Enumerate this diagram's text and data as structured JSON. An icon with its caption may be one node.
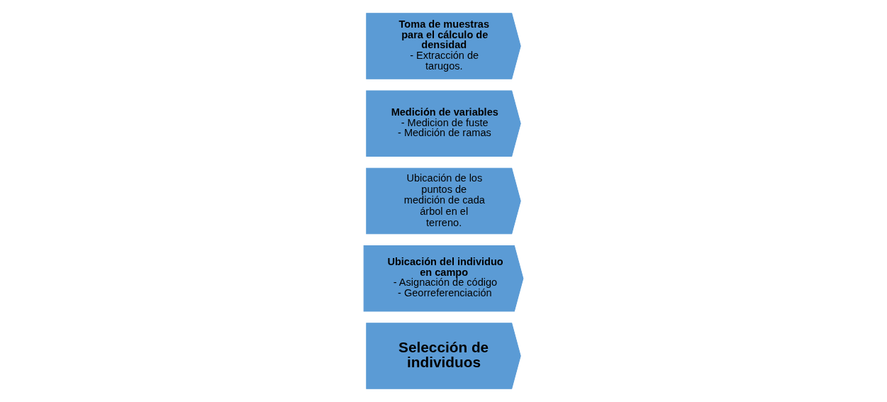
{
  "diagram": {
    "nodes": [
      {
        "text": [
          "Selección de individuos"
        ]
      },
      {
        "text": [
          "Ubicación del individuo en campo",
          "- Asignación de código",
          "- Georreferenciación"
        ]
      },
      {
        "text": [
          "Ubicación de los puntos de medición de cada árbol en el terreno."
        ]
      },
      {
        "text": [
          "Medición de variables",
          "- Medicion de fuste",
          "- Medición de ramas"
        ]
      },
      {
        "text": [
          "Toma de muestras para el cálculo de densidad",
          "- Extracción de tarugos."
        ]
      }
    ]
  }
}
